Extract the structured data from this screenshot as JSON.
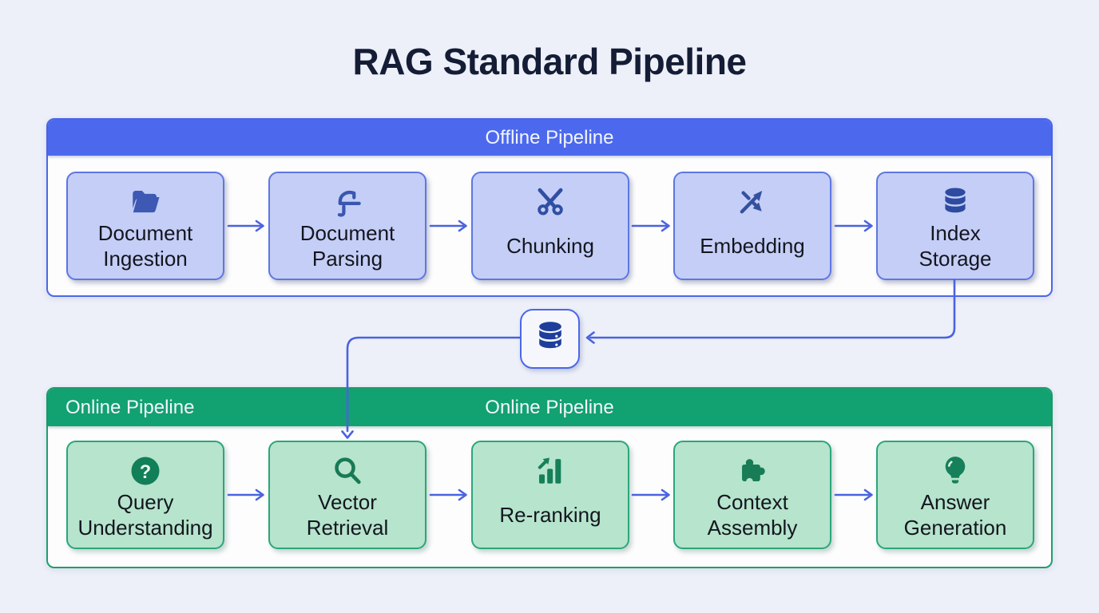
{
  "title": "RAG Standard Pipeline",
  "colors": {
    "background": "#edf0f9",
    "title_text": "#141d35",
    "offline_accent": "#4c69ee",
    "offline_box_fill": "#c5cef6",
    "offline_box_border": "#5d77e2",
    "offline_icon": "#35529f",
    "online_accent": "#12a170",
    "online_box_fill": "#b6e4cc",
    "online_box_border": "#2aa77b",
    "online_icon": "#15805a",
    "connector_arrow": "#4a63e0",
    "header_text": "#f2f5ff",
    "node_label_text": "#13161f"
  },
  "offline_pipeline": {
    "header": "Offline Pipeline",
    "nodes": [
      {
        "label": "Document\nIngestion",
        "icon": "open-folder-icon"
      },
      {
        "label": "Document\nParsing",
        "icon": "parser-hook-icon"
      },
      {
        "label": "Chunking",
        "icon": "scissors-icon"
      },
      {
        "label": "Embedding",
        "icon": "shuffle-arrows-icon"
      },
      {
        "label": "Index\nStorage",
        "icon": "database-icon"
      }
    ]
  },
  "vector_store_card": {
    "icon": "database-stack-icon"
  },
  "online_pipeline": {
    "header_left": "Online Pipeline",
    "header_center": "Online Pipeline",
    "nodes": [
      {
        "label": "Query\nUnderstanding",
        "icon": "question-circle-icon"
      },
      {
        "label": "Vector\nRetrieval",
        "icon": "magnifier-icon"
      },
      {
        "label": "Re-ranking",
        "icon": "ranking-bars-icon"
      },
      {
        "label": "Context\nAssembly",
        "icon": "puzzle-piece-icon"
      },
      {
        "label": "Answer\nGeneration",
        "icon": "lightbulb-icon"
      }
    ]
  }
}
